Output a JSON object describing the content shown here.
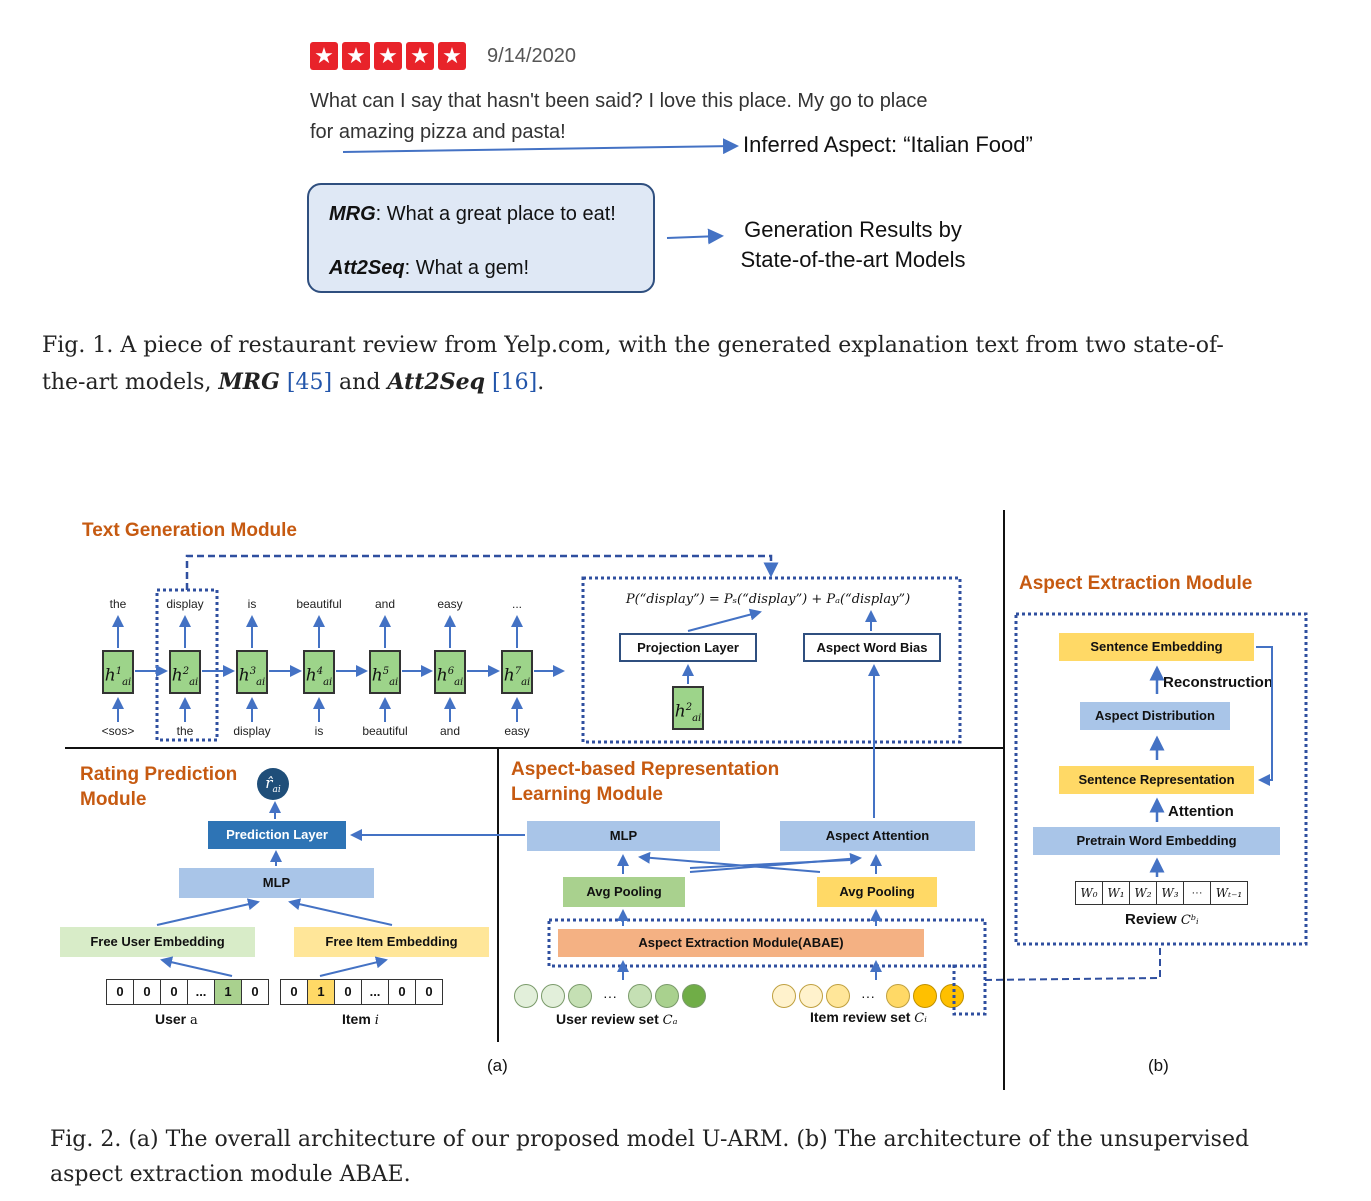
{
  "fig1": {
    "date": "9/14/2020",
    "review_line1": "What can I say that hasn't been said? I love this place. My go to place",
    "review_line2": "for amazing pizza and pasta!",
    "inferred": "Inferred Aspect: “Italian Food”",
    "mrg_label": "MRG",
    "mrg_text": ": What a great place to eat!",
    "att_label": "Att2Seq",
    "att_text": ": What a gem!",
    "gen_results_1": "Generation Results by",
    "gen_results_2": "State-of-the-art Models",
    "caption_a": "Fig. 1.  A piece of restaurant review from Yelp.com, with the generated explanation text from two state-of-",
    "caption_b": "the-art models, ",
    "caption_mrg": "MRG",
    "caption_c1": "[45]",
    "caption_and": " and ",
    "caption_att": "Att2Seq",
    "caption_c2": "[16]",
    "caption_end": "."
  },
  "fig2": {
    "text_gen_title": "Text Generation Module",
    "top_words": [
      "the",
      "display",
      "is",
      "beautiful",
      "and",
      "easy",
      "..."
    ],
    "bottom_words": [
      "<sos>",
      "the",
      "display",
      "is",
      "beautiful",
      "and",
      "easy"
    ],
    "h_sup": [
      "1",
      "2",
      "3",
      "4",
      "5",
      "6",
      "7"
    ],
    "h_base": "h",
    "h_sub": "ai",
    "prob_formula": "P(“display”) = Pₛ(“display”) + Pₐ(“display”)",
    "projection_layer": "Projection Layer",
    "aspect_word_bias": "Aspect Word Bias",
    "rating_title_1": "Rating Prediction",
    "rating_title_2": "Module",
    "r_hat": "r̂",
    "prediction_layer": "Prediction Layer",
    "mlp": "MLP",
    "free_user_emb": "Free User Embedding",
    "free_item_emb": "Free Item Embedding",
    "user_onehot": [
      "0",
      "0",
      "0",
      "...",
      "1",
      "0"
    ],
    "item_onehot": [
      "0",
      "1",
      "0",
      "...",
      "0",
      "0"
    ],
    "user_label": "User",
    "user_var": "a",
    "item_label": "Item",
    "item_var": "i",
    "abrl_title_1": "Aspect-based Representation",
    "abrl_title_2": "Learning Module",
    "mlp2": "MLP",
    "aspect_attention": "Aspect Attention",
    "avg_pooling_1": "Avg Pooling",
    "avg_pooling_2": "Avg Pooling",
    "abae": "Aspect Extraction Module(ABAE)",
    "user_review_set": "User review set",
    "user_review_var": "Cₐ",
    "item_review_set": "Item review set",
    "item_review_var": "Cᵢ",
    "ellipsis": "···",
    "label_a": "(a)",
    "aem_title": "Aspect Extraction Module",
    "sentence_embedding": "Sentence Embedding",
    "reconstruction": "Reconstruction",
    "aspect_distribution": "Aspect Distribution",
    "sentence_representation": "Sentence Representation",
    "attention": "Attention",
    "pretrain_word_emb": "Pretrain Word Embedding",
    "w_cells": [
      "W₀",
      "W₁",
      "W₂",
      "W₃",
      "···",
      "Wₜ₋₁"
    ],
    "review_label": "Review",
    "review_var": "Cᵇᵢ",
    "label_b": "(b)",
    "caption_line1": "Fig. 2.  (a) The overall architecture of our proposed model U-ARM. (b) The architecture of the unsupervised",
    "caption_line2": "aspect extraction module ABAE."
  },
  "colors": {
    "star_red": "#e8232a",
    "arrow_blue": "#4472c4",
    "dotted_blue": "#2f4f9f",
    "orange_title": "#c65a11"
  }
}
